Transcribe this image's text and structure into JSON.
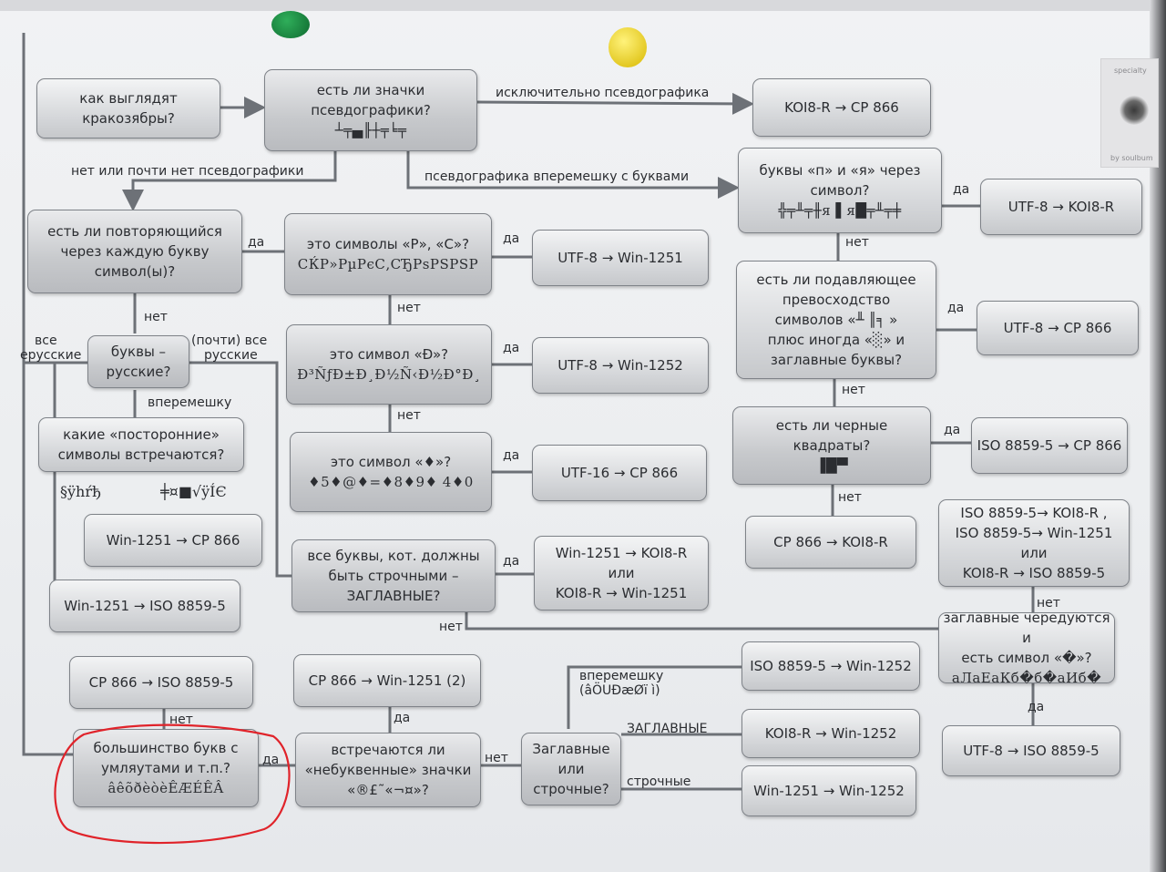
{
  "boxes": {
    "start": {
      "lines": [
        "как выглядят",
        "кракозябры?"
      ]
    },
    "pseudo_q": {
      "lines": [
        "есть ли значки",
        "псевдографики?"
      ],
      "sample": "┴╤▄╟┼╤╘╤"
    },
    "koi_cp866": {
      "lines": [
        "KOI8-R → CP 866"
      ]
    },
    "pi_ya_q": {
      "lines": [
        "буквы «п» и «я» через",
        "символ?"
      ],
      "sample": "╬╤╨╤╫я ▌я█╤╨╤╪"
    },
    "utf8_koi8r_a": {
      "lines": [
        "UTF-8 → KOI8-R"
      ]
    },
    "repeat_q": {
      "lines": [
        "есть ли повторяющийся",
        "через каждую букву",
        "символ(ы)?"
      ]
    },
    "rs_q": {
      "lines": [
        "это символы «Р», «С»?"
      ],
      "sample": "СЌР»РµРєС‚СЂРѕРЅРЅР"
    },
    "utf8_win1251": {
      "lines": [
        "UTF-8 → Win-1251"
      ]
    },
    "dominance_q": {
      "lines": [
        "есть ли подавляющее",
        "превосходство",
        "символов «╨ ║╕ »",
        "плюс иногда «░» и",
        "заглавные буквы?"
      ]
    },
    "utf8_cp866": {
      "lines": [
        "UTF-8 → CP 866"
      ]
    },
    "russian_q": {
      "lines": [
        "буквы –",
        "русские?"
      ]
    },
    "d_q": {
      "lines": [
        "это символ «Ð»?"
      ],
      "sample": "Ð³ÑƒÐ±Ð¸Ð½Ñ‹Ð½Ð°Ð¸"
    },
    "utf8_win1252": {
      "lines": [
        "UTF-8 → Win-1252"
      ]
    },
    "black_q": {
      "lines": [
        "есть ли черные",
        "квадраты?"
      ],
      "sample": "▐█▀"
    },
    "iso_cp866": {
      "lines": [
        "ISO 8859-5 → CP 866"
      ]
    },
    "foreign_q": {
      "lines": [
        "какие «посторонние»",
        "символы встречаются?"
      ]
    },
    "diamond_q": {
      "lines": [
        "это символ «♦»?"
      ],
      "sample": "♦5♦@♦=♦8♦9♦ 4♦0"
    },
    "utf16_cp866": {
      "lines": [
        "UTF-16 → CP 866"
      ]
    },
    "win1251_cp866": {
      "lines": [
        "Win-1251 → CP 866"
      ]
    },
    "cp866_koi8r": {
      "lines": [
        "CP 866 → KOI8-R"
      ]
    },
    "iso_multi": {
      "lines": [
        "ISO 8859-5→ KOI8-R ,",
        "ISO 8859-5→ Win-1251",
        "или",
        "KOI8-R → ISO 8859-5"
      ]
    },
    "caps_q": {
      "lines": [
        "все буквы, кот. должны",
        "быть строчными –",
        "ЗАГЛАВНЫЕ?"
      ]
    },
    "win_koi": {
      "lines": [
        "Win-1251 → KOI8-R",
        "или",
        "KOI8-R → Win-1251"
      ]
    },
    "win1251_iso": {
      "lines": [
        "Win-1251 → ISO 8859-5"
      ]
    },
    "alt_caps_q": {
      "lines": [
        "заглавные чередуются и",
        "есть символ «�»?"
      ],
      "sample": "аЛаЕаКб�б�аИб�"
    },
    "cp866_iso": {
      "lines": [
        "CP 866 → ISO 8859-5"
      ]
    },
    "cp866_win1251": {
      "lines": [
        "CP 866 → Win-1251 (2)"
      ]
    },
    "iso_win1252": {
      "lines": [
        "ISO 8859-5  → Win-1252"
      ]
    },
    "utf8_iso": {
      "lines": [
        "UTF-8 → ISO 8859-5"
      ]
    },
    "koi_win1252": {
      "lines": [
        "KOI8-R → Win-1252"
      ]
    },
    "umlaut_q": {
      "lines": [
        "большинство букв с",
        "умляутами и т.п.?"
      ],
      "sample": "âêõðèòèÊÆÉÊÂ"
    },
    "nonletter_q": {
      "lines": [
        "встречаются ли",
        "«небуквенные» значки",
        "«®£˜«¬¤»?"
      ]
    },
    "case_q": {
      "lines": [
        "Заглавные",
        "или",
        "строчные?"
      ]
    },
    "win1251_win1252": {
      "lines": [
        "Win-1251 → Win-1252"
      ]
    }
  },
  "labels": {
    "only_pseudo": "исключительно псевдографика",
    "no_pseudo": "нет или почти нет псевдографики",
    "mixed_pseudo": "псевдографика вперемешку с буквами",
    "yes": "да",
    "no": "нет",
    "all_russian": [
      "все",
      "ерусские"
    ],
    "almost_russian": [
      "(почти) все",
      "русские"
    ],
    "mixed": "вперемешку",
    "foreign_sample_a": "§ÿhŕђ",
    "foreign_sample_b": "╪¤■√ÿÍЄ",
    "case_mixed": [
      "вперемешку",
      "(âÖUÐæØï ì)"
    ],
    "case_upper": "ЗАГЛАВНЫЕ",
    "case_lower": "строчные"
  },
  "logo": {
    "top_text": "specialty",
    "bottom_text": "by soulbum"
  }
}
